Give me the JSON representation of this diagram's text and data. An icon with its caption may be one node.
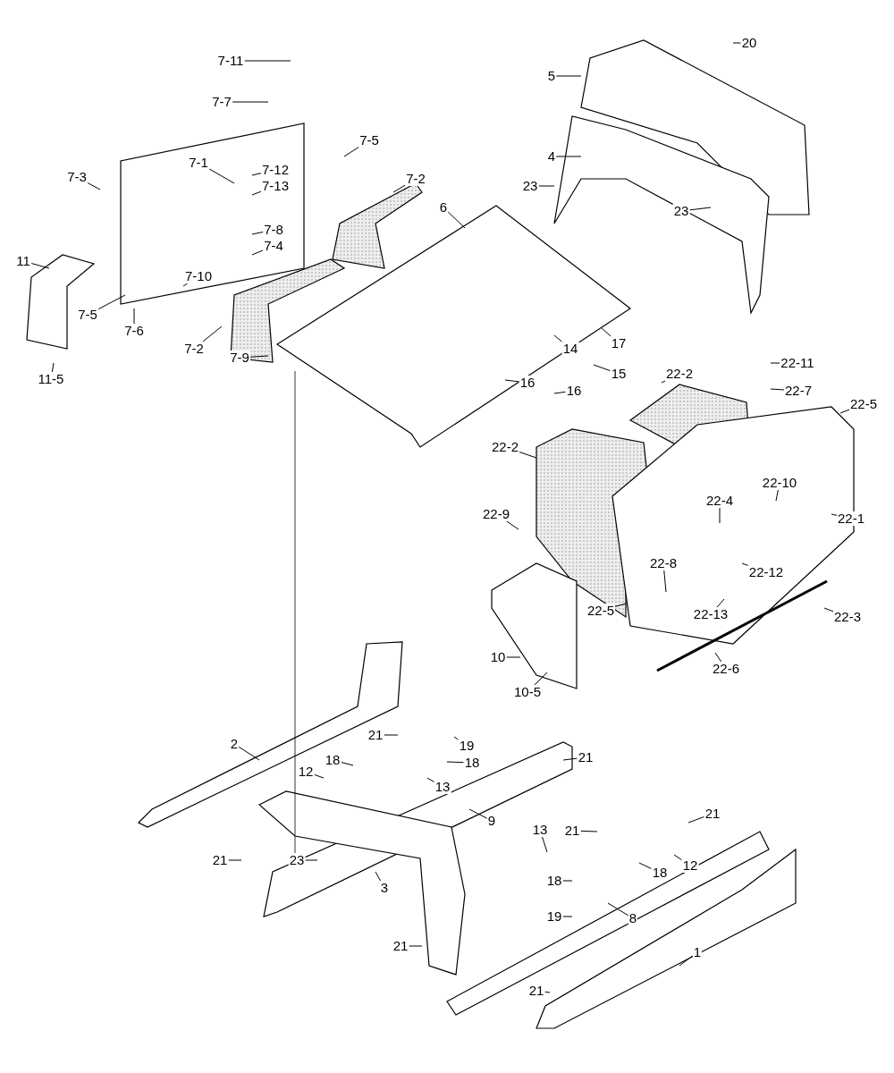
{
  "diagram": {
    "nodes": [
      {
        "text": [
          "7-11"
        ]
      },
      {
        "text": [
          "20"
        ]
      },
      {
        "text": [
          "5"
        ]
      },
      {
        "text": [
          "7-7"
        ]
      },
      {
        "text": [
          "7-1"
        ]
      },
      {
        "text": [
          "7-5"
        ]
      },
      {
        "text": [
          "4"
        ]
      },
      {
        "text": [
          "7-3"
        ]
      },
      {
        "text": [
          "7-12"
        ]
      },
      {
        "text": [
          "7-13"
        ]
      },
      {
        "text": [
          "7-2"
        ]
      },
      {
        "text": [
          "23"
        ]
      },
      {
        "text": [
          "23"
        ]
      },
      {
        "text": [
          "6"
        ]
      },
      {
        "text": [
          "7-8"
        ]
      },
      {
        "text": [
          "7-4"
        ]
      },
      {
        "text": [
          "11"
        ]
      },
      {
        "text": [
          "7-10"
        ]
      },
      {
        "text": [
          "7-5"
        ]
      },
      {
        "text": [
          "7-6"
        ]
      },
      {
        "text": [
          "7-2"
        ]
      },
      {
        "text": [
          "7-9"
        ]
      },
      {
        "text": [
          "11-5"
        ]
      },
      {
        "text": [
          "17"
        ]
      },
      {
        "text": [
          "14"
        ]
      },
      {
        "text": [
          "15"
        ]
      },
      {
        "text": [
          "16"
        ]
      },
      {
        "text": [
          "16"
        ]
      },
      {
        "text": [
          "22-11"
        ]
      },
      {
        "text": [
          "22-2"
        ]
      },
      {
        "text": [
          "22-7"
        ]
      },
      {
        "text": [
          "22-5"
        ]
      },
      {
        "text": [
          "22-2"
        ]
      },
      {
        "text": [
          "22-10"
        ]
      },
      {
        "text": [
          "22-4"
        ]
      },
      {
        "text": [
          "22-1"
        ]
      },
      {
        "text": [
          "22-9"
        ]
      },
      {
        "text": [
          "22-8"
        ]
      },
      {
        "text": [
          "22-12"
        ]
      },
      {
        "text": [
          "22-5"
        ]
      },
      {
        "text": [
          "22-13"
        ]
      },
      {
        "text": [
          "22-3"
        ]
      },
      {
        "text": [
          "10"
        ]
      },
      {
        "text": [
          "22-6"
        ]
      },
      {
        "text": [
          "10-5"
        ]
      },
      {
        "text": [
          "21"
        ]
      },
      {
        "text": [
          "19"
        ]
      },
      {
        "text": [
          "2"
        ]
      },
      {
        "text": [
          "18"
        ]
      },
      {
        "text": [
          "18"
        ]
      },
      {
        "text": [
          "21"
        ]
      },
      {
        "text": [
          "12"
        ]
      },
      {
        "text": [
          "13"
        ]
      },
      {
        "text": [
          "9"
        ]
      },
      {
        "text": [
          "21"
        ]
      },
      {
        "text": [
          "23"
        ]
      },
      {
        "text": [
          "13"
        ]
      },
      {
        "text": [
          "21"
        ]
      },
      {
        "text": [
          "21"
        ]
      },
      {
        "text": [
          "18"
        ]
      },
      {
        "text": [
          "18"
        ]
      },
      {
        "text": [
          "12"
        ]
      },
      {
        "text": [
          "3"
        ]
      },
      {
        "text": [
          "19"
        ]
      },
      {
        "text": [
          "8"
        ]
      },
      {
        "text": [
          "21"
        ]
      },
      {
        "text": [
          "1"
        ]
      },
      {
        "text": [
          "21"
        ]
      }
    ],
    "edges": [
      {
        "from": 0,
        "to": null,
        "arrow": "none"
      },
      {
        "from": 1,
        "to": null,
        "arrow": "none"
      },
      {
        "from": 2,
        "to": null,
        "arrow": "none"
      },
      {
        "from": 3,
        "to": null,
        "arrow": "none"
      },
      {
        "from": 4,
        "to": null,
        "arrow": "none"
      },
      {
        "from": 5,
        "to": null,
        "arrow": "none"
      },
      {
        "from": 6,
        "to": null,
        "arrow": "none"
      },
      {
        "from": 7,
        "to": null,
        "arrow": "none"
      },
      {
        "from": 8,
        "to": null,
        "arrow": "none"
      },
      {
        "from": 9,
        "to": null,
        "arrow": "none"
      },
      {
        "from": 10,
        "to": null,
        "arrow": "none"
      },
      {
        "from": 11,
        "to": null,
        "arrow": "none"
      },
      {
        "from": 12,
        "to": null,
        "arrow": "none"
      },
      {
        "from": 13,
        "to": null,
        "arrow": "none"
      },
      {
        "from": 14,
        "to": null,
        "arrow": "none"
      },
      {
        "from": 15,
        "to": null,
        "arrow": "none"
      },
      {
        "from": 16,
        "to": null,
        "arrow": "none"
      },
      {
        "from": 17,
        "to": null,
        "arrow": "none"
      },
      {
        "from": 18,
        "to": null,
        "arrow": "none"
      },
      {
        "from": 19,
        "to": null,
        "arrow": "none"
      },
      {
        "from": 20,
        "to": null,
        "arrow": "none"
      },
      {
        "from": 21,
        "to": null,
        "arrow": "none"
      },
      {
        "from": 22,
        "to": null,
        "arrow": "none"
      },
      {
        "from": 23,
        "to": null,
        "arrow": "none"
      },
      {
        "from": 24,
        "to": null,
        "arrow": "none"
      },
      {
        "from": 25,
        "to": null,
        "arrow": "none"
      },
      {
        "from": 26,
        "to": null,
        "arrow": "none"
      },
      {
        "from": 27,
        "to": null,
        "arrow": "none"
      },
      {
        "from": 28,
        "to": null,
        "arrow": "none"
      },
      {
        "from": 29,
        "to": null,
        "arrow": "none"
      },
      {
        "from": 30,
        "to": null,
        "arrow": "none"
      },
      {
        "from": 31,
        "to": null,
        "arrow": "none"
      },
      {
        "from": 32,
        "to": null,
        "arrow": "none"
      },
      {
        "from": 33,
        "to": null,
        "arrow": "none"
      },
      {
        "from": 34,
        "to": null,
        "arrow": "none"
      },
      {
        "from": 35,
        "to": null,
        "arrow": "none"
      },
      {
        "from": 36,
        "to": null,
        "arrow": "none"
      },
      {
        "from": 37,
        "to": null,
        "arrow": "none"
      },
      {
        "from": 38,
        "to": null,
        "arrow": "none"
      },
      {
        "from": 39,
        "to": null,
        "arrow": "none"
      },
      {
        "from": 40,
        "to": null,
        "arrow": "none"
      },
      {
        "from": 41,
        "to": null,
        "arrow": "none"
      },
      {
        "from": 42,
        "to": null,
        "arrow": "none"
      },
      {
        "from": 43,
        "to": null,
        "arrow": "none"
      },
      {
        "from": 44,
        "to": null,
        "arrow": "none"
      },
      {
        "from": 45,
        "to": null,
        "arrow": "none"
      },
      {
        "from": 46,
        "to": null,
        "arrow": "none"
      },
      {
        "from": 47,
        "to": null,
        "arrow": "none"
      },
      {
        "from": 48,
        "to": null,
        "arrow": "none"
      },
      {
        "from": 49,
        "to": null,
        "arrow": "none"
      },
      {
        "from": 50,
        "to": null,
        "arrow": "none"
      },
      {
        "from": 51,
        "to": null,
        "arrow": "none"
      },
      {
        "from": 52,
        "to": null,
        "arrow": "none"
      },
      {
        "from": 53,
        "to": null,
        "arrow": "none"
      },
      {
        "from": 54,
        "to": null,
        "arrow": "none"
      },
      {
        "from": 55,
        "to": null,
        "arrow": "none"
      },
      {
        "from": 56,
        "to": null,
        "arrow": "none"
      },
      {
        "from": 57,
        "to": null,
        "arrow": "none"
      },
      {
        "from": 58,
        "to": null,
        "arrow": "none"
      },
      {
        "from": 59,
        "to": null,
        "arrow": "none"
      },
      {
        "from": 60,
        "to": null,
        "arrow": "none"
      },
      {
        "from": 61,
        "to": null,
        "arrow": "none"
      },
      {
        "from": 62,
        "to": null,
        "arrow": "none"
      },
      {
        "from": 63,
        "to": null,
        "arrow": "none"
      },
      {
        "from": 64,
        "to": null,
        "arrow": "none"
      },
      {
        "from": 65,
        "to": null,
        "arrow": "none"
      },
      {
        "from": 66,
        "to": null,
        "arrow": "none"
      },
      {
        "from": 67,
        "to": null,
        "arrow": "none"
      }
    ]
  }
}
